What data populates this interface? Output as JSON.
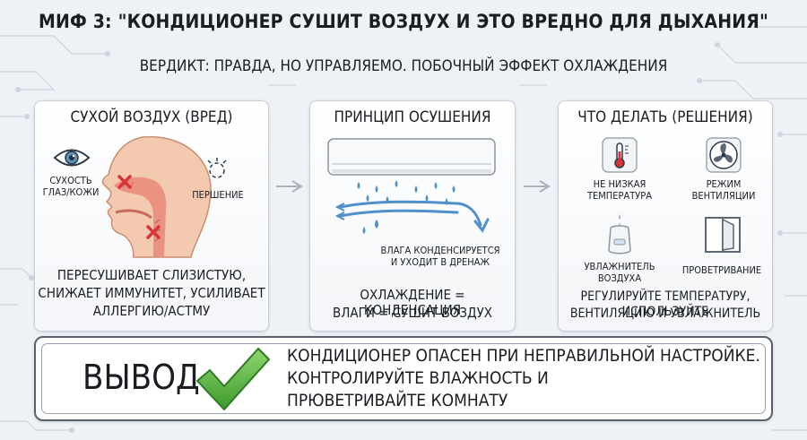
{
  "title": "МИФ 3: \"КОНДИЦИОНЕР СУШИТ ВОЗДУХ И ЭТО ВРЕДНО ДЛЯ ДЫХАНИЯ\"",
  "verdict": "ВЕРДИКТ: ПРАВДА, НО УПРАВЛЯЕМО. ПОБОЧНЫЙ ЭФФЕКТ ОХЛАЖДЕНИЯ",
  "panel1": {
    "title": "СУХОЙ ВОЗДУХ (ВРЕД)",
    "eye_label_1": "СУХОСТЬ",
    "eye_label_2": "ГЛАЗ/КОЖИ",
    "throat_label": "ПЕРШЕНИЕ",
    "caption_1": "ПЕРЕСУШИВАЕТ СЛИЗИСТУЮ,",
    "caption_2": "СНИЖАЕТ ИММУНИТЕТ, УСИЛИВАЕТ",
    "caption_3": "АЛЛЕРГИЮ/АСТМУ"
  },
  "panel2": {
    "title": "ПРИНЦИП ОСУШЕНИЯ",
    "label_1": "ВЛАГА КОНДЕНСИРУЕТСЯ",
    "label_2": "И УХОДИТ В ДРЕНАЖ",
    "caption_1": "ОХЛАЖДЕНИЕ = КОНДЕНСАЦИЯ",
    "caption_2": "ВЛАГИ = СУШИТ ВОЗДУХ"
  },
  "panel3": {
    "title": "ЧТО ДЕЛАТЬ (РЕШЕНИЯ)",
    "temp_1": "НЕ НИЗКАЯ",
    "temp_2": "ТЕМПЕРАТУРА",
    "vent_1": "РЕЖИМ",
    "vent_2": "ВЕНТИЛЯЦИИ",
    "hum_1": "УВЛАЖНИТЕЛЬ",
    "hum_2": "ВОЗДУХА",
    "airing": "ПРОВЕТРИВАНИЕ",
    "caption_1": "РЕГУЛИРУЙТЕ ТЕМПЕРАТУРУ, ИСПОЛЬЗУЙТЕ",
    "caption_2": "ВЕНТИЛЯЦИЮ И УВЛАЖНИТЕЛЬ"
  },
  "conclusion": {
    "heading": "ВЫВОД",
    "line_1": "КОНДИЦИОНЕР ОПАСЕН ПРИ НЕПРАВИЛЬНОЙ НАСТРОЙКЕ.",
    "line_2": "КОНТРОЛИРУЙТЕ ВЛАЖНОСТЬ И",
    "line_3": "ПРЮВЕТРИВАЙТЕ КОМНАТУ"
  },
  "colors": {
    "check": "#4caf3a",
    "skin": "#f3c9b0",
    "airway": "#e9897a",
    "error_mark": "#d9343a",
    "cold_air": "#4f8fcb"
  }
}
